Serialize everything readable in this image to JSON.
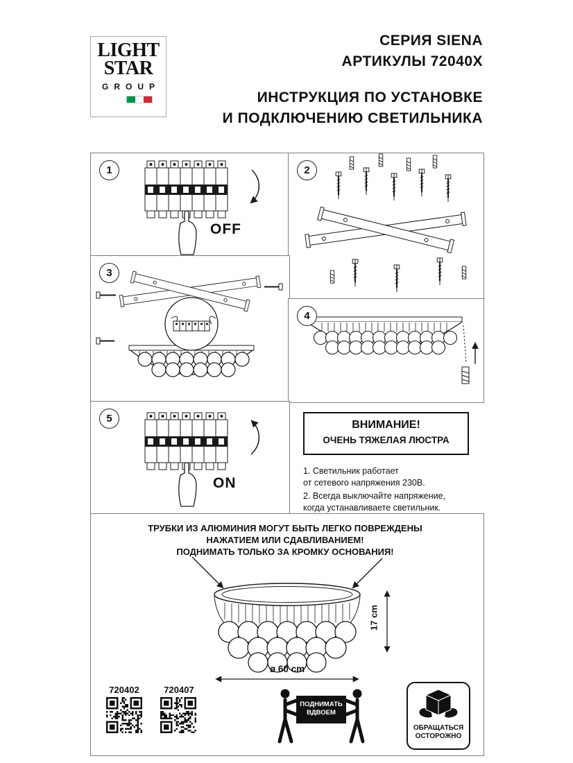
{
  "header": {
    "series": "СЕРИЯ SIENA",
    "articles": "АРТИКУЛЫ 72040X",
    "instruction_line1": "ИНСТРУКЦИЯ ПО УСТАНОВКЕ",
    "instruction_line2": "И ПОДКЛЮЧЕНИЮ СВЕТИЛЬНИКА"
  },
  "logo": {
    "light": "LIGHT",
    "star": "STAR",
    "group": "GROUP"
  },
  "steps": {
    "s1": {
      "num": "1",
      "label": "OFF"
    },
    "s2": {
      "num": "2"
    },
    "s3": {
      "num": "3"
    },
    "s4": {
      "num": "4"
    },
    "s5": {
      "num": "5",
      "label": "ON"
    }
  },
  "attention": {
    "title": "ВНИМАНИЕ!",
    "subtitle": "ОЧЕНЬ ТЯЖЕЛАЯ ЛЮСТРА",
    "note1": "1. Светильник работает\nот сетевого напряжения 230В.",
    "note2": "2. Всегда выключайте напряжение,\nкогда устанавливаете светильник."
  },
  "bottom": {
    "warning1": "ТРУБКИ ИЗ АЛЮМИНИЯ МОГУТ БЫТЬ ЛЕГКО ПОВРЕЖДЕНЫ",
    "warning2": "НАЖАТИЕМ ИЛИ СДАВЛИВАНИЕМ!",
    "warning3": "ПОДНИМАТЬ ТОЛЬКО ЗА КРОМКУ ОСНОВАНИЯ!",
    "diameter": "ø 60 cm",
    "height": "17 cm",
    "code_left": "720402",
    "code_right": "720407",
    "lift_badge": "ПОДНИМАТЬ\nВДВОЕМ",
    "care_badge": "ОБРАЩАТЬСЯ\nОСТОРОЖНО"
  },
  "colors": {
    "ink": "#111111",
    "flag_green": "#009246",
    "flag_red": "#ce2b37"
  }
}
